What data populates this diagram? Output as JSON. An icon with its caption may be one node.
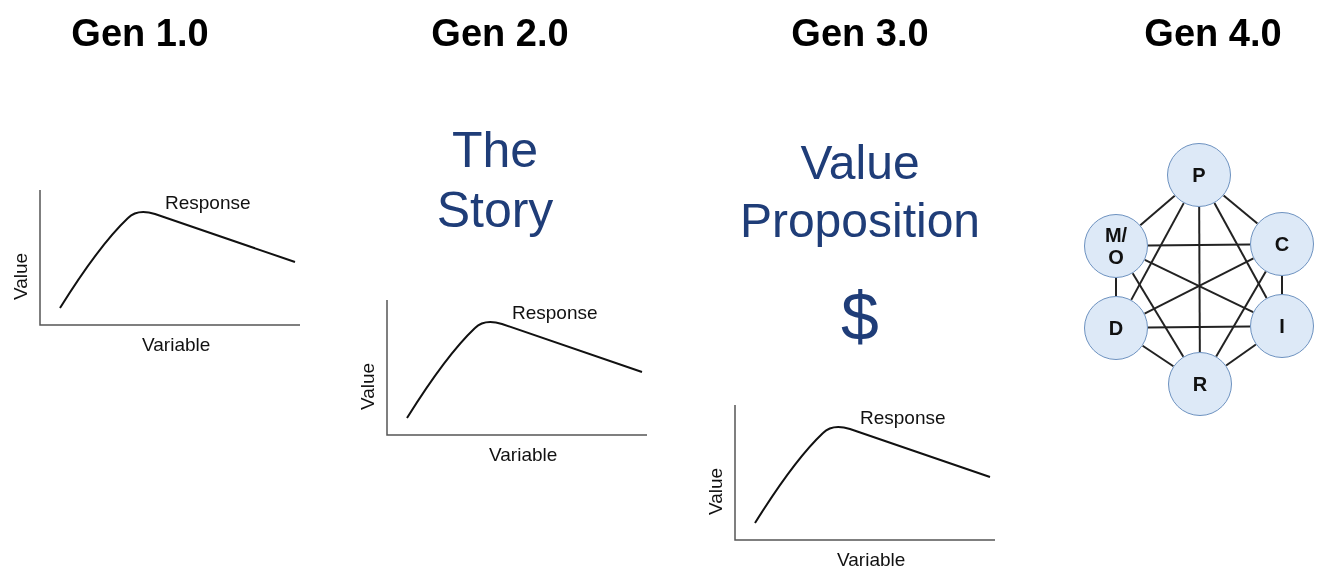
{
  "diagram": {
    "nodes": [
      {
        "text": [
          "P"
        ]
      },
      {
        "text": [
          "M/O"
        ]
      },
      {
        "text": [
          "C"
        ]
      },
      {
        "text": [
          "D"
        ]
      },
      {
        "text": [
          "I"
        ]
      },
      {
        "text": [
          "R"
        ]
      }
    ],
    "edges": [
      {
        "from": 0,
        "to": 1,
        "arrow": "none"
      },
      {
        "from": 0,
        "to": 2,
        "arrow": "none"
      },
      {
        "from": 0,
        "to": 3,
        "arrow": "none"
      },
      {
        "from": 0,
        "to": 4,
        "arrow": "none"
      },
      {
        "from": 0,
        "to": 5,
        "arrow": "none"
      },
      {
        "from": 1,
        "to": 2,
        "arrow": "none"
      },
      {
        "from": 1,
        "to": 3,
        "arrow": "none"
      },
      {
        "from": 1,
        "to": 4,
        "arrow": "none"
      },
      {
        "from": 1,
        "to": 5,
        "arrow": "none"
      },
      {
        "from": 2,
        "to": 3,
        "arrow": "none"
      },
      {
        "from": 2,
        "to": 4,
        "arrow": "none"
      },
      {
        "from": 2,
        "to": 5,
        "arrow": "none"
      },
      {
        "from": 3,
        "to": 4,
        "arrow": "none"
      },
      {
        "from": 3,
        "to": 5,
        "arrow": "none"
      },
      {
        "from": 4,
        "to": 5,
        "arrow": "none"
      }
    ],
    "labels": [
      "Gen 1.0",
      "Gen 2.0",
      "Gen 3.0",
      "Gen 4.0",
      "Response",
      "Value",
      "Variable",
      "The Story",
      "Response",
      "Value",
      "Variable",
      "Value Proposition",
      "$",
      "Response",
      "Value",
      "Variable"
    ]
  }
}
